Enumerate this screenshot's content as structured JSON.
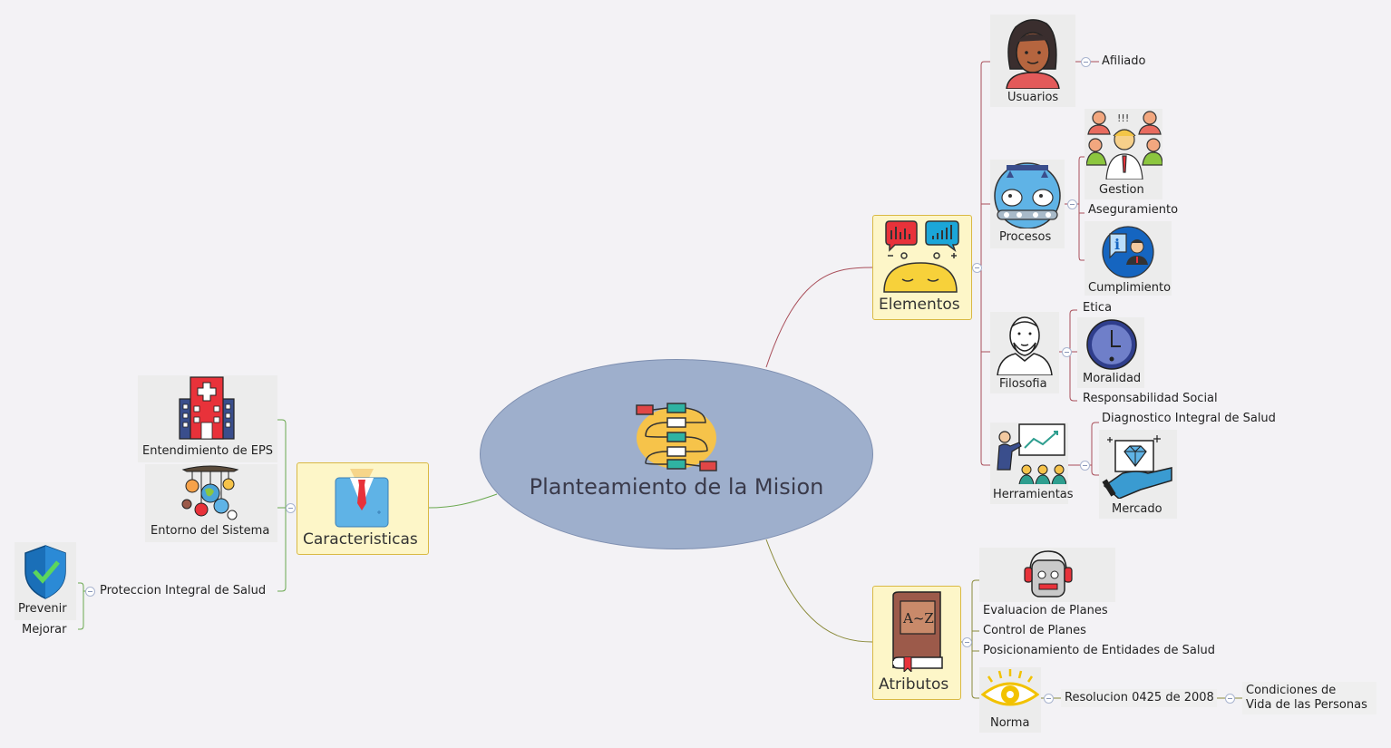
{
  "center": {
    "title": "Planteamiento de la Mision"
  },
  "elementos": {
    "title": "Elementos",
    "usuarios": {
      "label": "Usuarios",
      "children": [
        "Afiliado"
      ]
    },
    "procesos": {
      "label": "Procesos",
      "children": [
        "Gestion",
        "Aseguramiento",
        "Cumplimiento"
      ]
    },
    "filosofia": {
      "label": "Filosofia",
      "children": [
        "Etica",
        "Moralidad",
        "Responsabilidad Social"
      ]
    },
    "herramientas": {
      "label": "Herramientas",
      "children": [
        "Diagnostico Integral de Salud",
        "Mercado"
      ]
    }
  },
  "atributos": {
    "title": "Atributos",
    "children": [
      "Evaluacion de Planes",
      "Control de Planes",
      "Posicionamiento de Entidades de Salud"
    ],
    "norma": {
      "label": "Norma",
      "resolucion": "Resolucion 0425 de 2008",
      "condiciones_line1": "Condiciones de",
      "condiciones_line2": "Vida de las Personas"
    }
  },
  "caracteristicas": {
    "title": "Caracteristicas",
    "children": [
      "Entendimiento de EPS",
      "Entorno del Sistema",
      "Proteccion Integral de Salud"
    ],
    "proteccion_children": [
      "Prevenir",
      "Mejorar"
    ]
  },
  "colors": {
    "background": "#f3f2f5",
    "center_fill": "#9eafcc",
    "card_fill": "#fdf6c8",
    "card_border": "#d9b944",
    "elementos_branch": "#a94f5a",
    "atributos_branch": "#8a8a3a",
    "caracteristicas_branch": "#6aa84f"
  }
}
